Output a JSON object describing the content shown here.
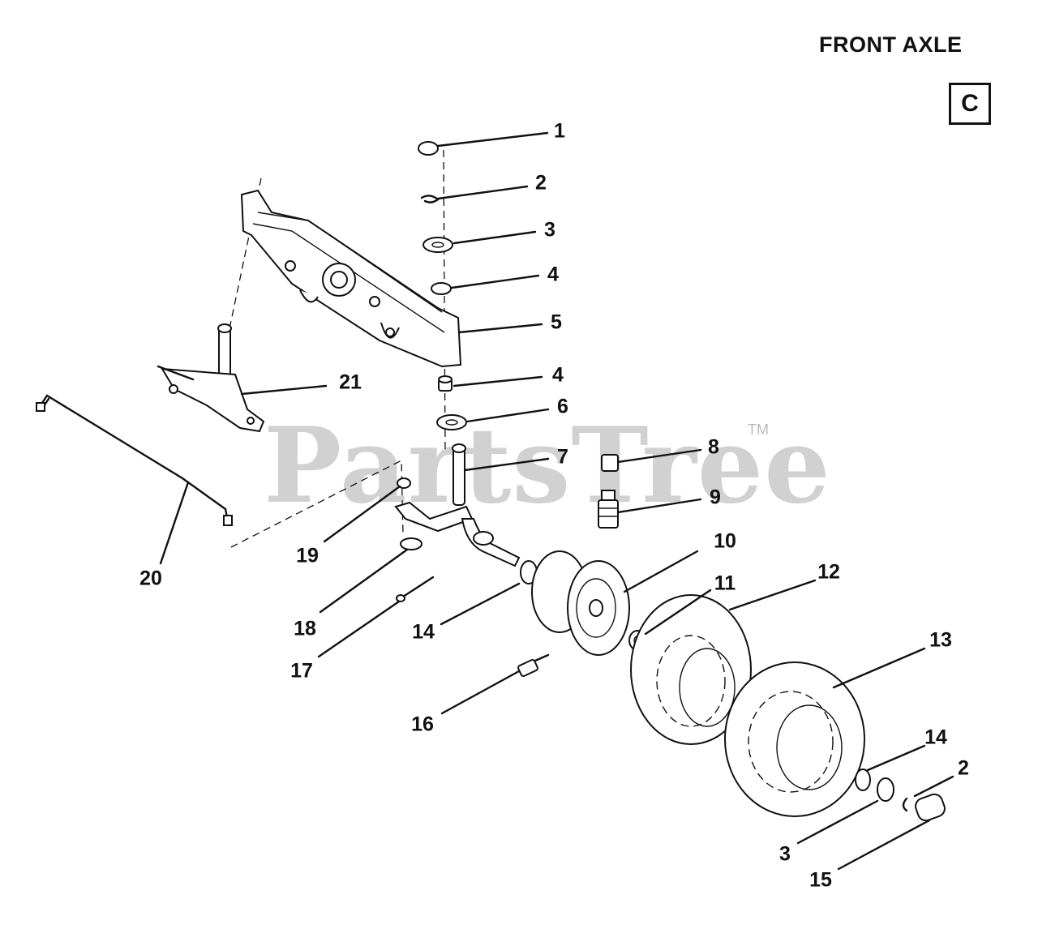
{
  "diagram": {
    "title": "FRONT AXLE",
    "section": "C",
    "watermark": "PartsTree",
    "trademark": "TM",
    "callouts": [
      {
        "id": "c1",
        "text": "1"
      },
      {
        "id": "c2a",
        "text": "2"
      },
      {
        "id": "c3a",
        "text": "3"
      },
      {
        "id": "c4a",
        "text": "4"
      },
      {
        "id": "c5",
        "text": "5"
      },
      {
        "id": "c4b",
        "text": "4"
      },
      {
        "id": "c6",
        "text": "6"
      },
      {
        "id": "c7",
        "text": "7"
      },
      {
        "id": "c8",
        "text": "8"
      },
      {
        "id": "c9",
        "text": "9"
      },
      {
        "id": "c10",
        "text": "10"
      },
      {
        "id": "c11",
        "text": "11"
      },
      {
        "id": "c12",
        "text": "12"
      },
      {
        "id": "c13",
        "text": "13"
      },
      {
        "id": "c14a",
        "text": "14"
      },
      {
        "id": "c14b",
        "text": "14"
      },
      {
        "id": "c2b",
        "text": "2"
      },
      {
        "id": "c3b",
        "text": "3"
      },
      {
        "id": "c15",
        "text": "15"
      },
      {
        "id": "c16",
        "text": "16"
      },
      {
        "id": "c17",
        "text": "17"
      },
      {
        "id": "c18",
        "text": "18"
      },
      {
        "id": "c19",
        "text": "19"
      },
      {
        "id": "c20",
        "text": "20"
      },
      {
        "id": "c21",
        "text": "21"
      }
    ]
  }
}
